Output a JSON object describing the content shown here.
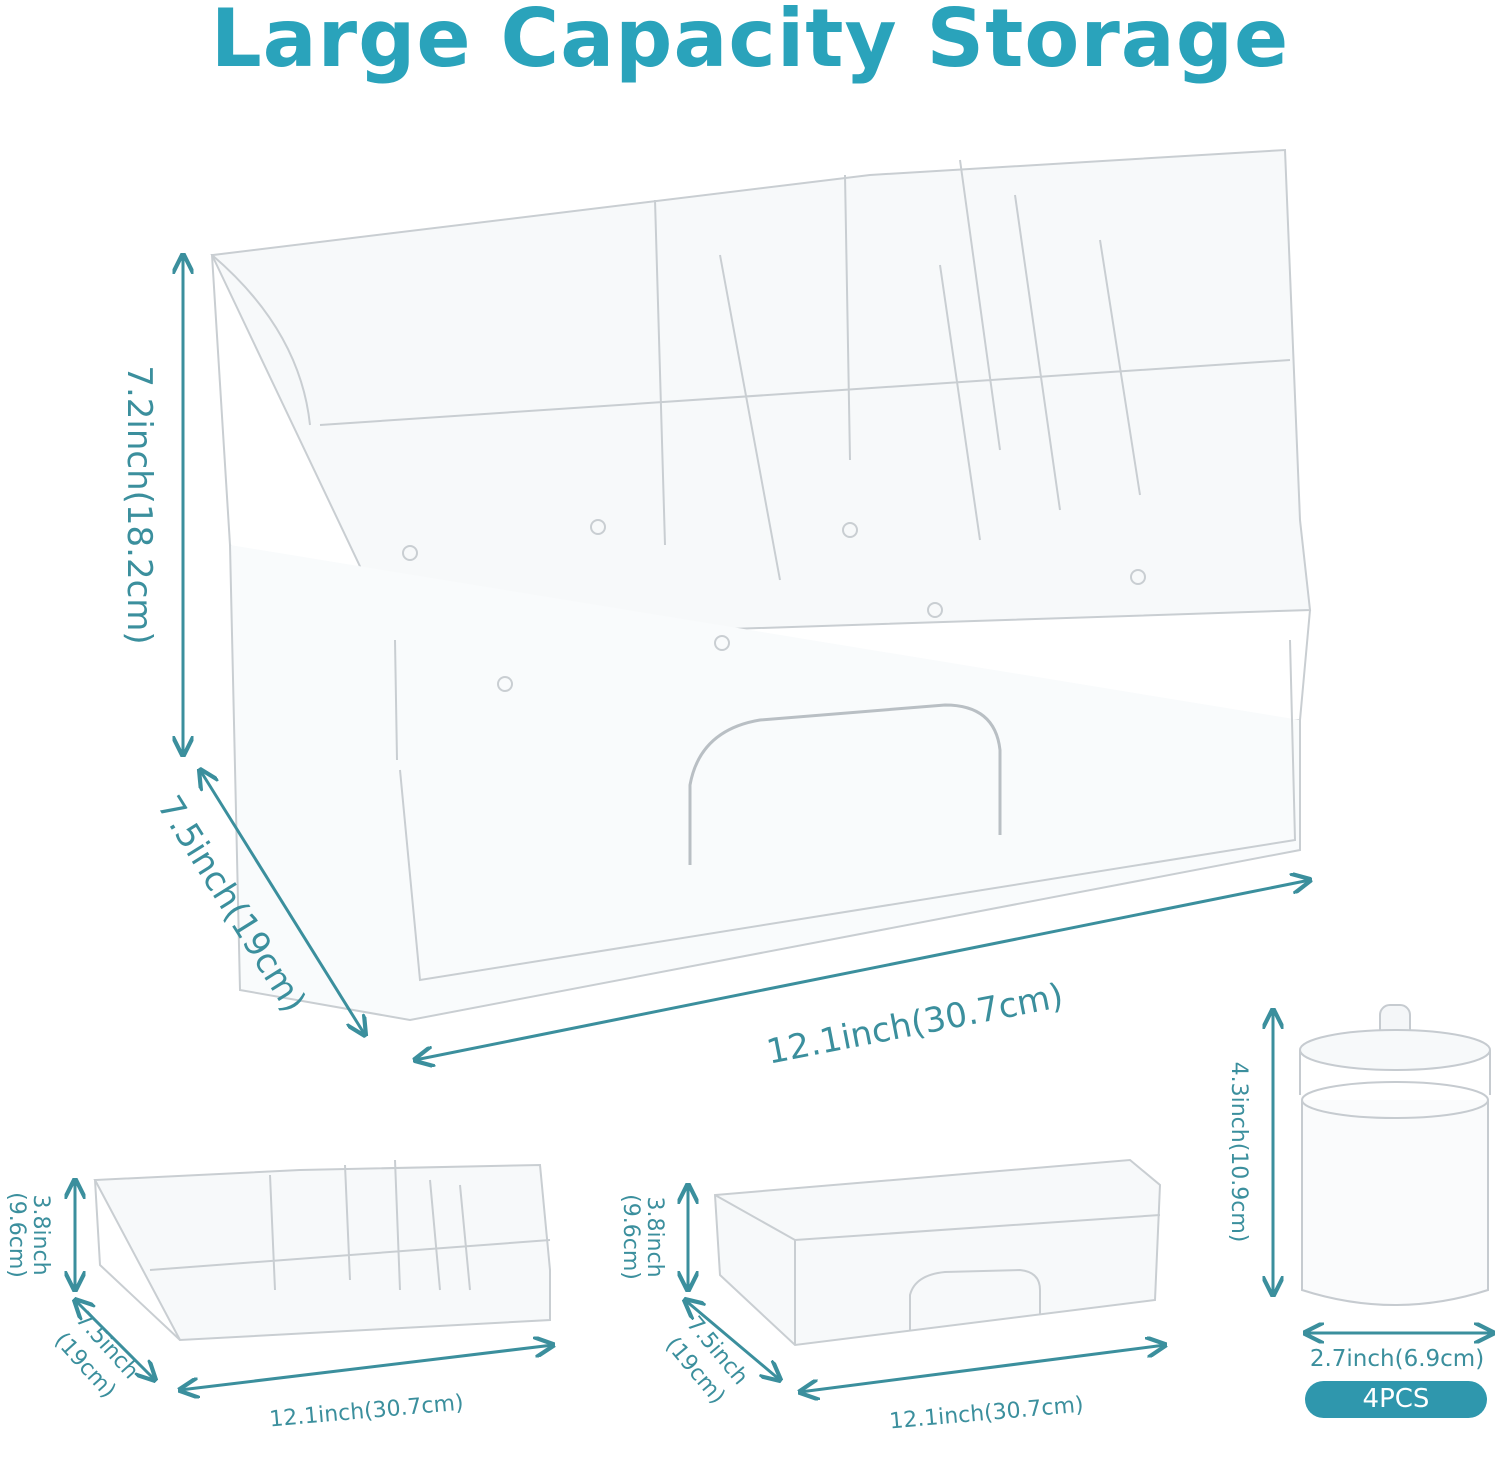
{
  "title": "Large Capacity Storage",
  "main_organizer": {
    "height": "7.2inch(18.2cm)",
    "depth": "7.5inch(19cm)",
    "width": "12.1inch(30.7cm)"
  },
  "top_tray": {
    "height_in": "3.8inch",
    "height_cm": "(9.6cm)",
    "depth_in": "7.5inch",
    "depth_cm": "(19cm)",
    "width": "12.1inch(30.7cm)"
  },
  "drawer": {
    "height_in": "3.8inch",
    "height_cm": "(9.6cm)",
    "depth_in": "7.5inch",
    "depth_cm": "(19cm)",
    "width": "12.1inch(30.7cm)"
  },
  "jar": {
    "height": "4.3inch(10.9cm)",
    "diameter": "2.7inch(6.9cm)",
    "quantity_badge": "4PCS"
  },
  "colors": {
    "title": "#2aa3bb",
    "dimension": "#3b8f9d",
    "badge": "#2f97ad"
  }
}
